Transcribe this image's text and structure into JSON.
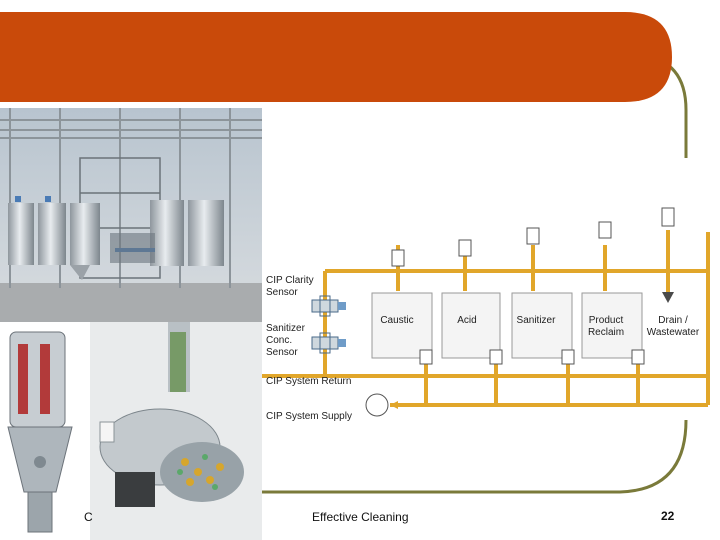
{
  "slide": {
    "footer_text": "Effective Cleaning",
    "footer_left_fragment": "C",
    "page_number": "22",
    "colors": {
      "banner": "#c94a0a",
      "banner_border": "#ffffff",
      "accent_line": "#7a7a3a",
      "pipe": "#e1a62a",
      "tank_fill": "#f4f4f4",
      "tank_stroke": "#999999"
    }
  },
  "diagram": {
    "sensor_labels": {
      "clarity": [
        "CIP Clarity",
        "Sensor"
      ],
      "sanitizer_conc": [
        "Sanitizer",
        "Conc.",
        "Sensor"
      ]
    },
    "return_label": "CIP System Return",
    "supply_label": "CIP System Supply",
    "tanks": [
      {
        "name": "Caustic",
        "line2": ""
      },
      {
        "name": "Acid",
        "line2": ""
      },
      {
        "name": "Sanitizer",
        "line2": ""
      },
      {
        "name": "Product",
        "line2": "Reclaim"
      }
    ],
    "drain": {
      "line1": "Drain /",
      "line2": "Wastewater"
    }
  },
  "photos": {
    "facility": "cip-facility-photo",
    "equipment_left": "hygienic-valve-equipment-photo",
    "equipment_right": "spray-device-photo"
  }
}
